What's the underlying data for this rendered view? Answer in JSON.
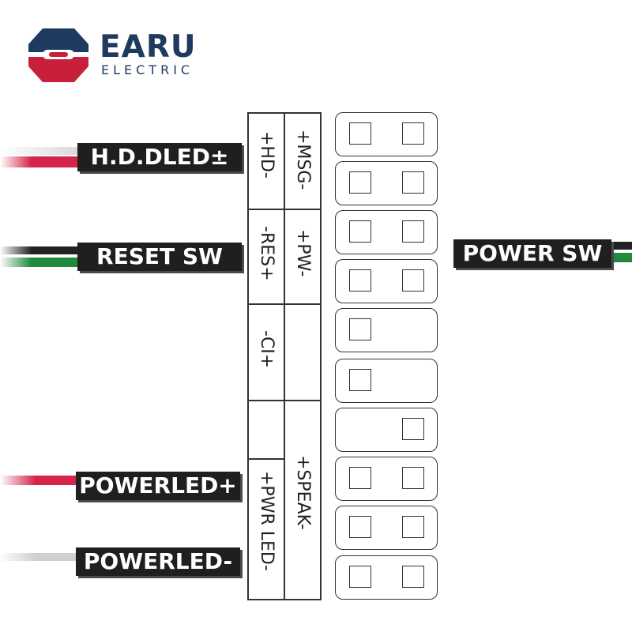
{
  "brand": {
    "name": "EARU",
    "subtitle": "ELECTRIC"
  },
  "left_labels": {
    "hdd_led": "H.D.DLED±",
    "reset_sw": "RESET SW",
    "power_led_plus": "POWERLED+",
    "power_led_minus": "POWERLED-"
  },
  "right_labels": {
    "power_sw": "POWER SW"
  },
  "connector_labels": {
    "hd": "+HD-",
    "msg": "+MSG-",
    "res": "-RES+",
    "pw": "+PW-",
    "ci": "-CI+",
    "speak": "+SPEAK-",
    "pwr_led": "+PWR LED-"
  },
  "pin_rows": [
    {
      "left": true,
      "right": true
    },
    {
      "left": true,
      "right": true
    },
    {
      "left": true,
      "right": true
    },
    {
      "left": true,
      "right": true
    },
    {
      "left": true,
      "right": false
    },
    {
      "left": true,
      "right": false
    },
    {
      "left": false,
      "right": true
    },
    {
      "left": true,
      "right": true
    },
    {
      "left": true,
      "right": true
    },
    {
      "left": true,
      "right": true
    }
  ],
  "colors": {
    "logo_blue": "#1e3a5f",
    "logo_red": "#c8203a",
    "wire_red": "#d4244a",
    "wire_green": "#1f8a3c",
    "wire_black": "#222222",
    "wire_white": "#e6e6e6",
    "label_bg": "#1f1f1f"
  }
}
